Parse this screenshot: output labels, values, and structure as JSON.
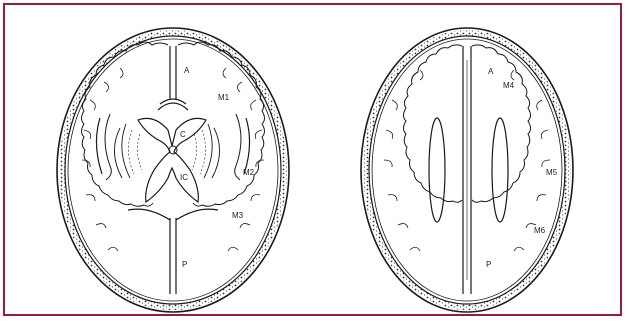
{
  "colors": {
    "frame": "#9a1c3a",
    "ink": "#1a1a1a",
    "background": "#ffffff"
  },
  "left_brain": {
    "labels": {
      "A": "A",
      "M1": "M1",
      "C": "C",
      "IC": "IC",
      "M2": "M2",
      "M3": "M3",
      "P": "P"
    }
  },
  "right_brain": {
    "labels": {
      "A": "A",
      "M4": "M4",
      "M5": "M5",
      "M6": "M6",
      "P": "P"
    }
  }
}
